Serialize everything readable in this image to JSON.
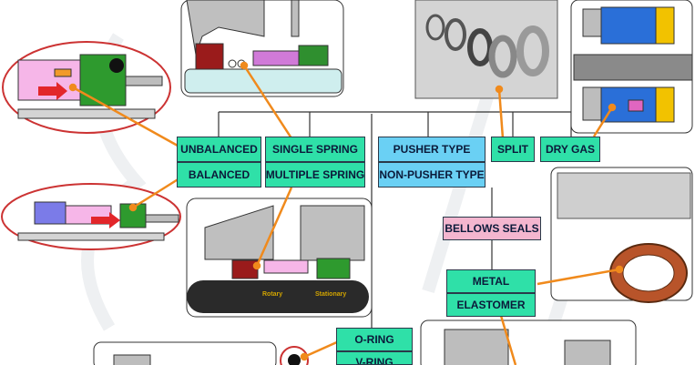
{
  "labels": {
    "unbalanced": "UNBALANCED",
    "balanced": "BALANCED",
    "single_spring": "SINGLE SPRING",
    "multiple_spring": "MULTIPLE SPRING",
    "pusher_type": "PUSHER TYPE",
    "non_pusher_type": "NON-PUSHER TYPE",
    "split": "SPLIT",
    "dry_gas": "DRY GAS",
    "bellows_seals": "BELLOWS SEALS",
    "metal": "METAL",
    "elastomer": "ELASTOMER",
    "o_ring": "O-RING",
    "v_ring": "V-RING"
  },
  "captions": {
    "rotary": "Rotary",
    "stationary": "Stationary"
  },
  "colors": {
    "label_green": "#2fe0a8",
    "label_blue": "#6ad0f4",
    "label_pink": "#f4b6cf",
    "connector_orange": "#f08a1c",
    "tree_line": "#333333"
  }
}
